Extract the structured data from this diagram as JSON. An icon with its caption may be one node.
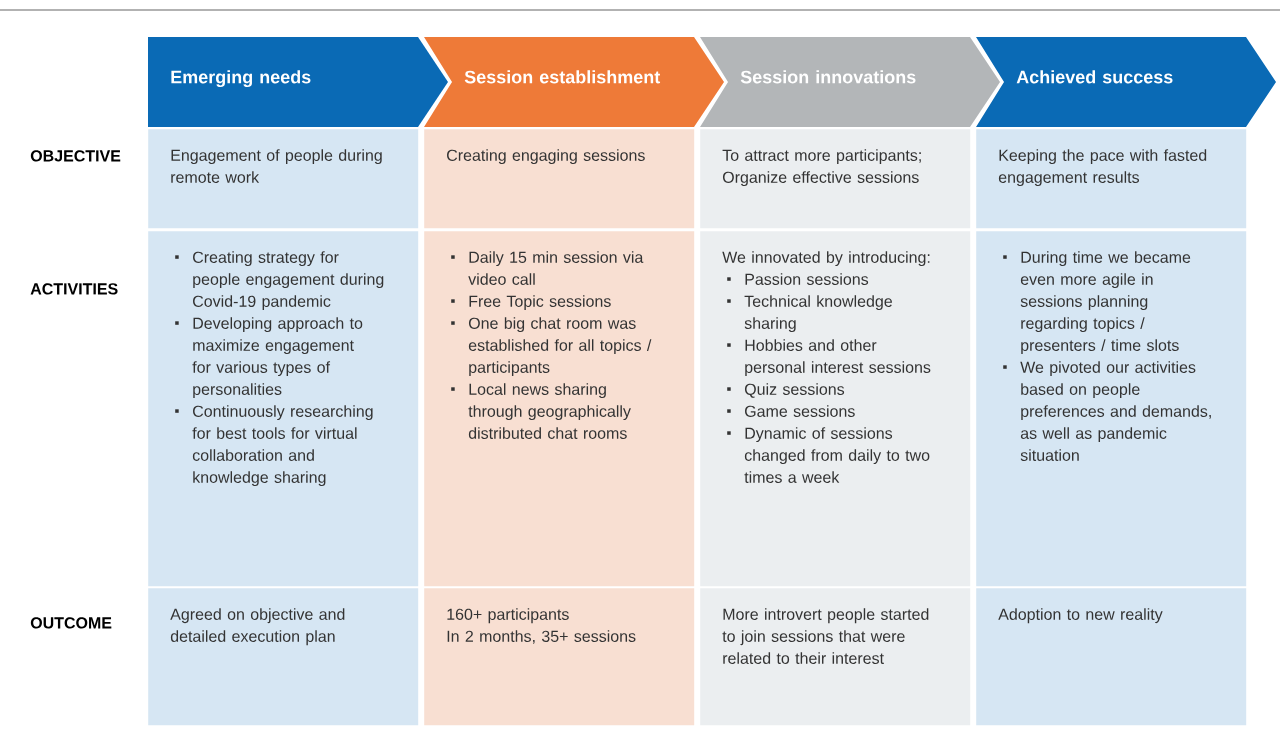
{
  "diagram": {
    "nodes": [
      {
        "text": [
          "Emerging needs"
        ]
      },
      {
        "text": [
          "Session establishment"
        ]
      },
      {
        "text": [
          "Session innovations"
        ]
      },
      {
        "text": [
          "Achieved success"
        ]
      },
      {
        "text": [
          "Engagement of people during remote work"
        ]
      },
      {
        "text": [
          "Creating engaging sessions"
        ]
      },
      {
        "text": [
          "To attract more participants; Organize effective sessions"
        ]
      },
      {
        "text": [
          "Keeping the pace with fasted engagement results"
        ]
      },
      {
        "text": [
          "Creating strategy for people engagement during Covid-19 pandemic",
          "Developing approach to maximize engagement for various types of personalities",
          "Continuously researching for best tools for virtual collaboration and knowledge sharing"
        ]
      },
      {
        "text": [
          "Daily 15 min session via video call",
          "Free Topic sessions",
          "One big chat room was established for all topics / participants",
          "Local news sharing through geographically distributed chat rooms"
        ]
      },
      {
        "text": [
          "We innovated by introducing:",
          "Passion sessions",
          "Technical knowledge sharing",
          "Hobbies and other personal interest sessions",
          "Quiz sessions",
          "Game sessions",
          "Dynamic of sessions changed from daily to two times a week"
        ]
      },
      {
        "text": [
          "During time we became even more agile in sessions planning regarding topics / presenters / time slots",
          "We pivoted our activities based on people preferences and demands, as well as pandemic situation"
        ]
      },
      {
        "text": [
          "Agreed on objective and detailed execution plan"
        ]
      },
      {
        "text": [
          "160+ participants",
          "In 2 months, 35+ sessions"
        ]
      },
      {
        "text": [
          "More introvert people started to join sessions that were related to their interest"
        ]
      },
      {
        "text": [
          "Adoption to new reality"
        ]
      }
    ],
    "labels": [
      "OBJECTIVE",
      "ACTIVITIES",
      "OUTCOME"
    ]
  }
}
